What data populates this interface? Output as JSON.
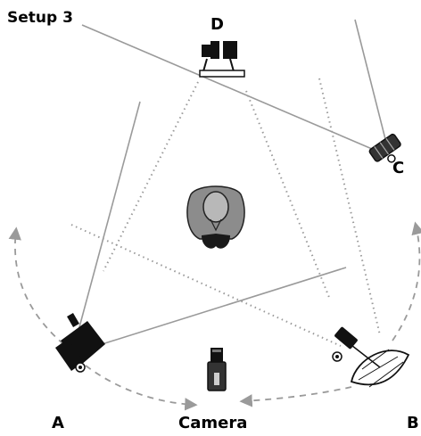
{
  "title": "Setup 3",
  "labels": {
    "d": "D",
    "c": "C",
    "a": "A",
    "camera": "Camera",
    "b": "B"
  },
  "colors": {
    "beam": "#9a9a9a",
    "dotted": "#9a9a9a",
    "arrow": "#9a9a9a",
    "equipment": "#111111",
    "subject": "#8c8c8c"
  },
  "icons": {
    "light_a": "softbox-light-icon",
    "light_b": "umbrella-light-icon",
    "light_c": "spot-light-icon",
    "light_d": "background-light-icon",
    "camera": "camera-icon",
    "subject": "person-topdown-icon"
  }
}
